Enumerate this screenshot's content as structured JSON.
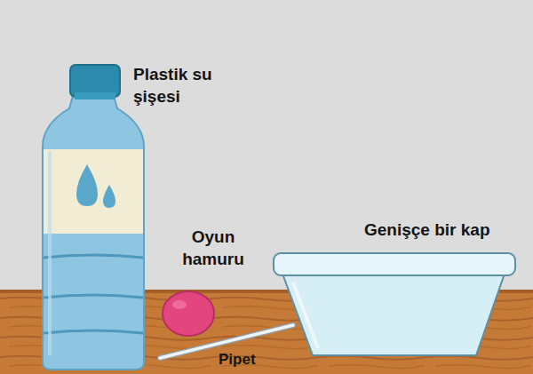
{
  "diagram": {
    "labels": [
      "Plastik su şişesi",
      "Oyun hamuru",
      "Genişçe bir kap",
      "Pipet"
    ]
  }
}
